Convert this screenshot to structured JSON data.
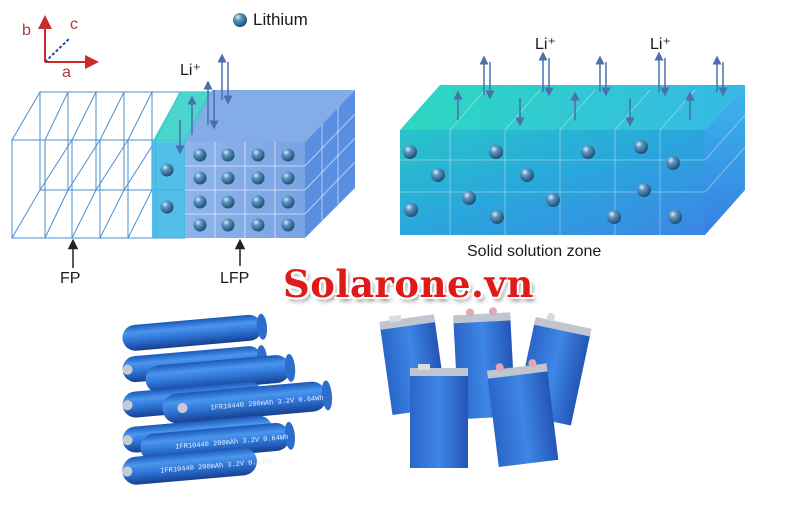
{
  "labels": {
    "lithium": "Lithium",
    "li_ion": "Li⁺",
    "fp": "FP",
    "lfp": "LFP",
    "solid_solution": "Solid solution zone"
  },
  "axes": {
    "a": "a",
    "b": "b",
    "c": "c"
  },
  "brand": "Solarone.vn",
  "colors": {
    "accent_red": "#e01919",
    "battery_blue": "#3d7fd6",
    "crystal_teal": "#2bd3c3",
    "crystal_blue": "#3a8fe0",
    "lithium_ball": "#2f6f9e"
  },
  "cell_label_text": "IFR10440 200mAh 3.2V 0.64Wh",
  "icons": [
    "lithium-ball-icon",
    "double-arrow-icon",
    "axis-arrow-icon"
  ]
}
